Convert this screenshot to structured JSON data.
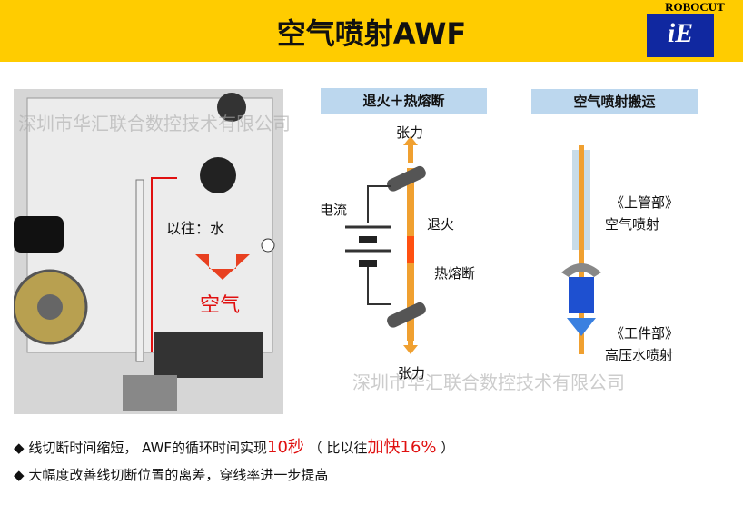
{
  "header": {
    "title": "空气喷射AWF",
    "logo_brand": "ROBOCUT",
    "logo_mark": "iE"
  },
  "photo": {
    "label_old": "以往：水",
    "label_new": "空气"
  },
  "diagram_left": {
    "title": "退火＋热熔断",
    "tension_top": "张力",
    "current": "电流",
    "anneal": "退火",
    "melt": "热熔断",
    "tension_bottom": "张力"
  },
  "diagram_right": {
    "title": "空气喷射搬运",
    "upper_1": "《上管部》",
    "upper_2": "空气喷射",
    "work_1": "《工件部》",
    "work_2": "高压水喷射"
  },
  "watermarks": [
    "深圳市华汇联合数控技术有限公司",
    "深圳市华汇联合数控技术有限公司"
  ],
  "bullets": {
    "b1_a": "线切断时间缩短，",
    "b1_b": "AWF的循环时间实现",
    "b1_c": "10秒",
    "b1_d": "（ 比以往",
    "b1_e": "加快16%",
    "b1_f": "）",
    "b2": "大幅度改善线切断位置的离差，穿线率进一步提高",
    "marker": "◆"
  },
  "colors": {
    "header": "#ffcc00",
    "accent_red": "#e01010",
    "label_box": "#bcd7ee",
    "wire": "#f0a030"
  }
}
